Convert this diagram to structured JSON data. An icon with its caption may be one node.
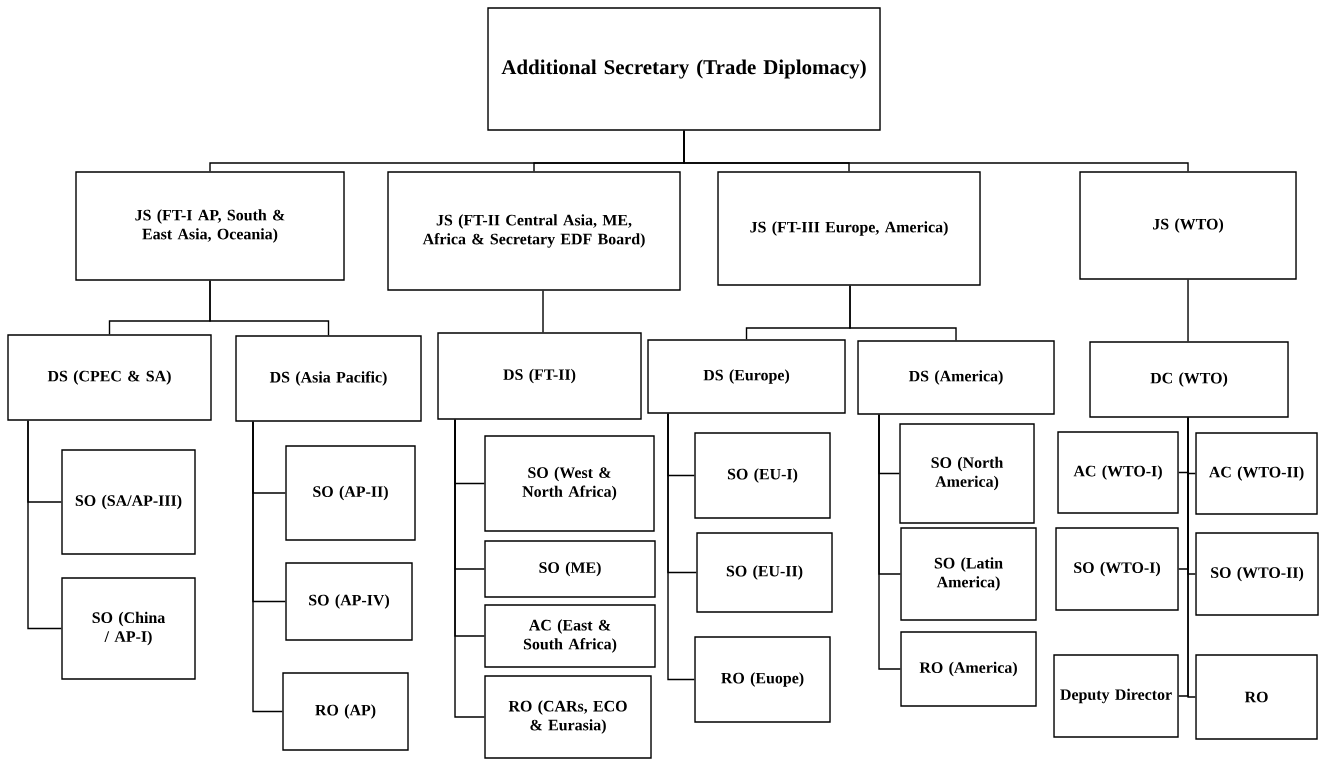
{
  "diagram": {
    "nodes": [
      {
        "text": [
          "Additional Secretary (Trade Diplomacy)"
        ]
      },
      {
        "text": [
          "JS (FT-I AP, South & East Asia, Oceania)"
        ]
      },
      {
        "text": [
          "JS (FT-II Central Asia, ME, Africa & Secretary EDF Board)"
        ]
      },
      {
        "text": [
          "JS (FT-III Europe, America)"
        ]
      },
      {
        "text": [
          "JS (WTO)"
        ]
      },
      {
        "text": [
          "DS (CPEC & SA)"
        ]
      },
      {
        "text": [
          "DS (Asia Pacific)"
        ]
      },
      {
        "text": [
          "DS (FT-II)"
        ]
      },
      {
        "text": [
          "DS (Europe)"
        ]
      },
      {
        "text": [
          "DS (America)"
        ]
      },
      {
        "text": [
          "DC (WTO)"
        ]
      },
      {
        "text": [
          "SO (SA/AP-III)"
        ]
      },
      {
        "text": [
          "SO (China / AP-I)"
        ]
      },
      {
        "text": [
          "SO (AP-II)"
        ]
      },
      {
        "text": [
          "SO (AP-IV)"
        ]
      },
      {
        "text": [
          "RO (AP)"
        ]
      },
      {
        "text": [
          "SO (West & North Africa)"
        ]
      },
      {
        "text": [
          "SO (ME)"
        ]
      },
      {
        "text": [
          "AC (East & South Africa)"
        ]
      },
      {
        "text": [
          "RO (CARs, ECO & Eurasia)"
        ]
      },
      {
        "text": [
          "SO (EU-I)"
        ]
      },
      {
        "text": [
          "SO (EU-II)"
        ]
      },
      {
        "text": [
          "RO (Euope)"
        ]
      },
      {
        "text": [
          "SO (North America)"
        ]
      },
      {
        "text": [
          "SO (Latin America)"
        ]
      },
      {
        "text": [
          "RO (America)"
        ]
      },
      {
        "text": [
          "AC (WTO-I)"
        ]
      },
      {
        "text": [
          "AC (WTO-II)"
        ]
      },
      {
        "text": [
          "SO (WTO-I)"
        ]
      },
      {
        "text": [
          "SO (WTO-II)"
        ]
      },
      {
        "text": [
          "Deputy Director"
        ]
      },
      {
        "text": [
          "RO"
        ]
      }
    ],
    "edges": [
      {
        "from": 0,
        "to": 1,
        "arrow": "none"
      },
      {
        "from": 0,
        "to": 2,
        "arrow": "none"
      },
      {
        "from": 0,
        "to": 3,
        "arrow": "none"
      },
      {
        "from": 0,
        "to": 4,
        "arrow": "none"
      },
      {
        "from": 1,
        "to": 5,
        "arrow": "none"
      },
      {
        "from": 1,
        "to": 6,
        "arrow": "none"
      },
      {
        "from": 2,
        "to": 7,
        "arrow": "none"
      },
      {
        "from": 3,
        "to": 8,
        "arrow": "none"
      },
      {
        "from": 3,
        "to": 9,
        "arrow": "none"
      },
      {
        "from": 4,
        "to": 10,
        "arrow": "none"
      },
      {
        "from": 5,
        "to": 11,
        "arrow": "none"
      },
      {
        "from": 5,
        "to": 12,
        "arrow": "none"
      },
      {
        "from": 6,
        "to": 13,
        "arrow": "none"
      },
      {
        "from": 6,
        "to": 14,
        "arrow": "none"
      },
      {
        "from": 6,
        "to": 15,
        "arrow": "none"
      },
      {
        "from": 7,
        "to": 16,
        "arrow": "none"
      },
      {
        "from": 7,
        "to": 17,
        "arrow": "none"
      },
      {
        "from": 7,
        "to": 18,
        "arrow": "none"
      },
      {
        "from": 7,
        "to": 19,
        "arrow": "none"
      },
      {
        "from": 8,
        "to": 20,
        "arrow": "none"
      },
      {
        "from": 8,
        "to": 21,
        "arrow": "none"
      },
      {
        "from": 8,
        "to": 22,
        "arrow": "none"
      },
      {
        "from": 9,
        "to": 23,
        "arrow": "none"
      },
      {
        "from": 9,
        "to": 24,
        "arrow": "none"
      },
      {
        "from": 9,
        "to": 25,
        "arrow": "none"
      },
      {
        "from": 10,
        "to": 26,
        "arrow": "none"
      },
      {
        "from": 10,
        "to": 27,
        "arrow": "none"
      },
      {
        "from": 10,
        "to": 28,
        "arrow": "none"
      },
      {
        "from": 10,
        "to": 29,
        "arrow": "none"
      },
      {
        "from": 10,
        "to": 30,
        "arrow": "none"
      },
      {
        "from": 10,
        "to": 31,
        "arrow": "none"
      }
    ]
  }
}
